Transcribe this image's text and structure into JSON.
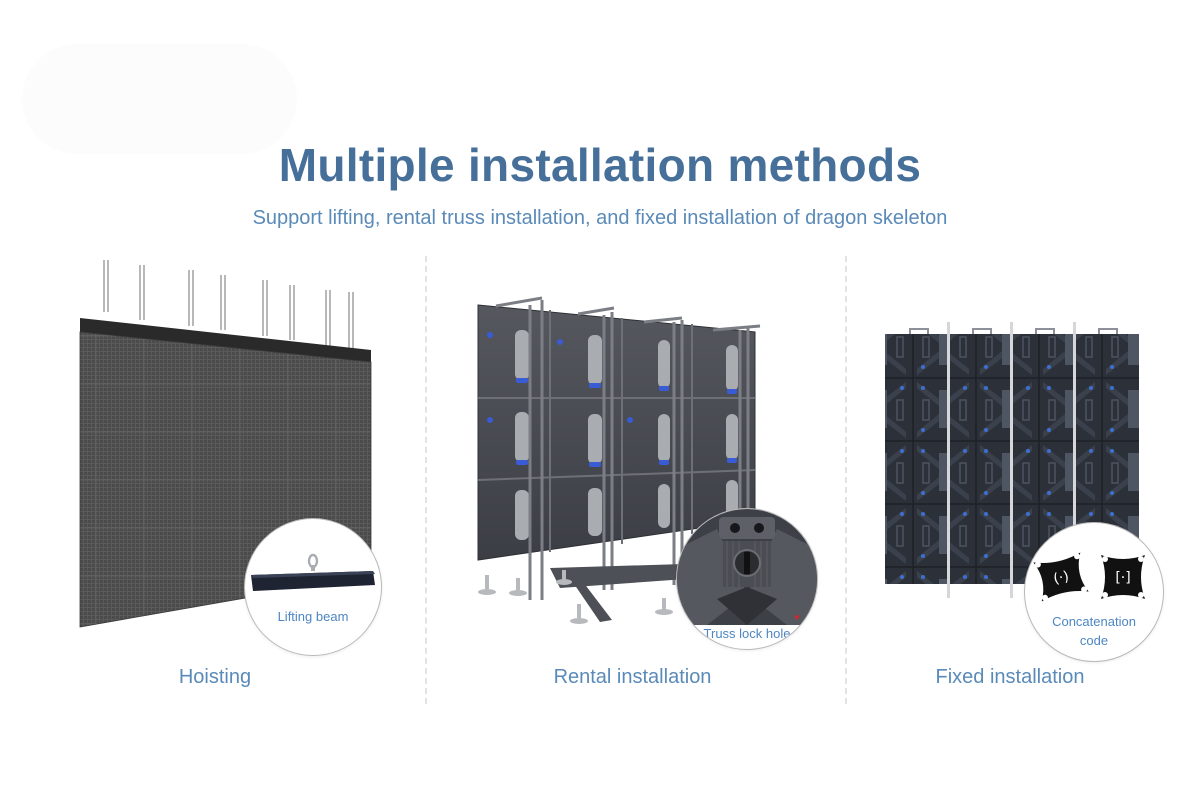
{
  "page": {
    "title": "Multiple installation methods",
    "subtitle": "Support lifting, rental truss installation, and fixed installation of dragon skeleton"
  },
  "sections": [
    {
      "id": "hoisting",
      "caption": "Hoisting",
      "image": "led-wall-hanging-from-rods",
      "callout": {
        "label": "Lifting beam",
        "image": "lifting-beam"
      }
    },
    {
      "id": "rental",
      "caption": "Rental installation",
      "image": "led-cabinets-on-truss-stand",
      "callout": {
        "label": "Truss lock hole",
        "image": "truss-lock-hole-closeup"
      }
    },
    {
      "id": "fixed",
      "caption": "Fixed installation",
      "image": "led-cabinet-grid-4x4",
      "callout": {
        "label_line1": "Concatenation",
        "label_line2": "code",
        "image": "connecting-plates"
      }
    }
  ],
  "colors": {
    "title": "#46709a",
    "subtitle": "#5a8ab8",
    "callout_label": "#4d86c2",
    "divider": "#e3e3e3"
  }
}
